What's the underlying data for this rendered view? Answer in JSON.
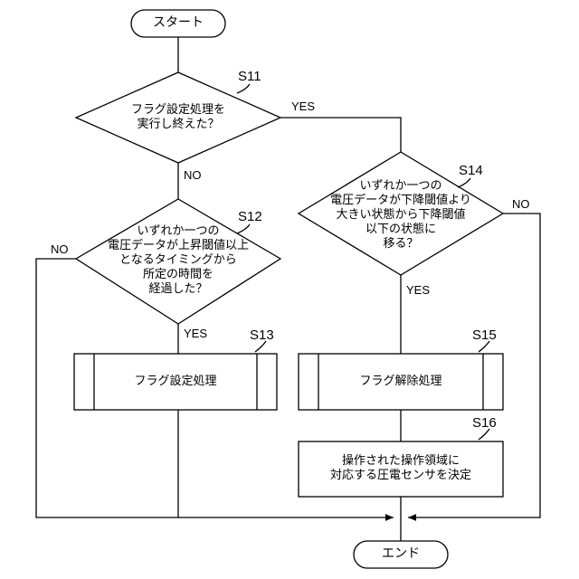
{
  "start_label": "スタート",
  "end_label": "エンド",
  "steps": {
    "s11": "S11",
    "s12": "S12",
    "s13": "S13",
    "s14": "S14",
    "s15": "S15",
    "s16": "S16"
  },
  "decisions": {
    "s11_text": "フラグ設定処理を\n実行し終えた？",
    "s12_text": "いずれか一つの\n電圧データが上昇閾値以上\nとなるタイミングから\n所定の時間を\n経過した？",
    "s14_text": "いずれか一つの\n電圧データが下降閾値より\n大きい状態から下降閾値\n以下の状態に\n移る？"
  },
  "processes": {
    "s13_text": "フラグ設定処理",
    "s15_text": "フラグ解除処理",
    "s16_text": "操作された操作領域に\n対応する圧電センサを決定"
  },
  "branches": {
    "s11_yes": "YES",
    "s11_no": "NO",
    "s12_yes": "YES",
    "s12_no": "NO",
    "s14_yes": "YES",
    "s14_no": "NO"
  }
}
